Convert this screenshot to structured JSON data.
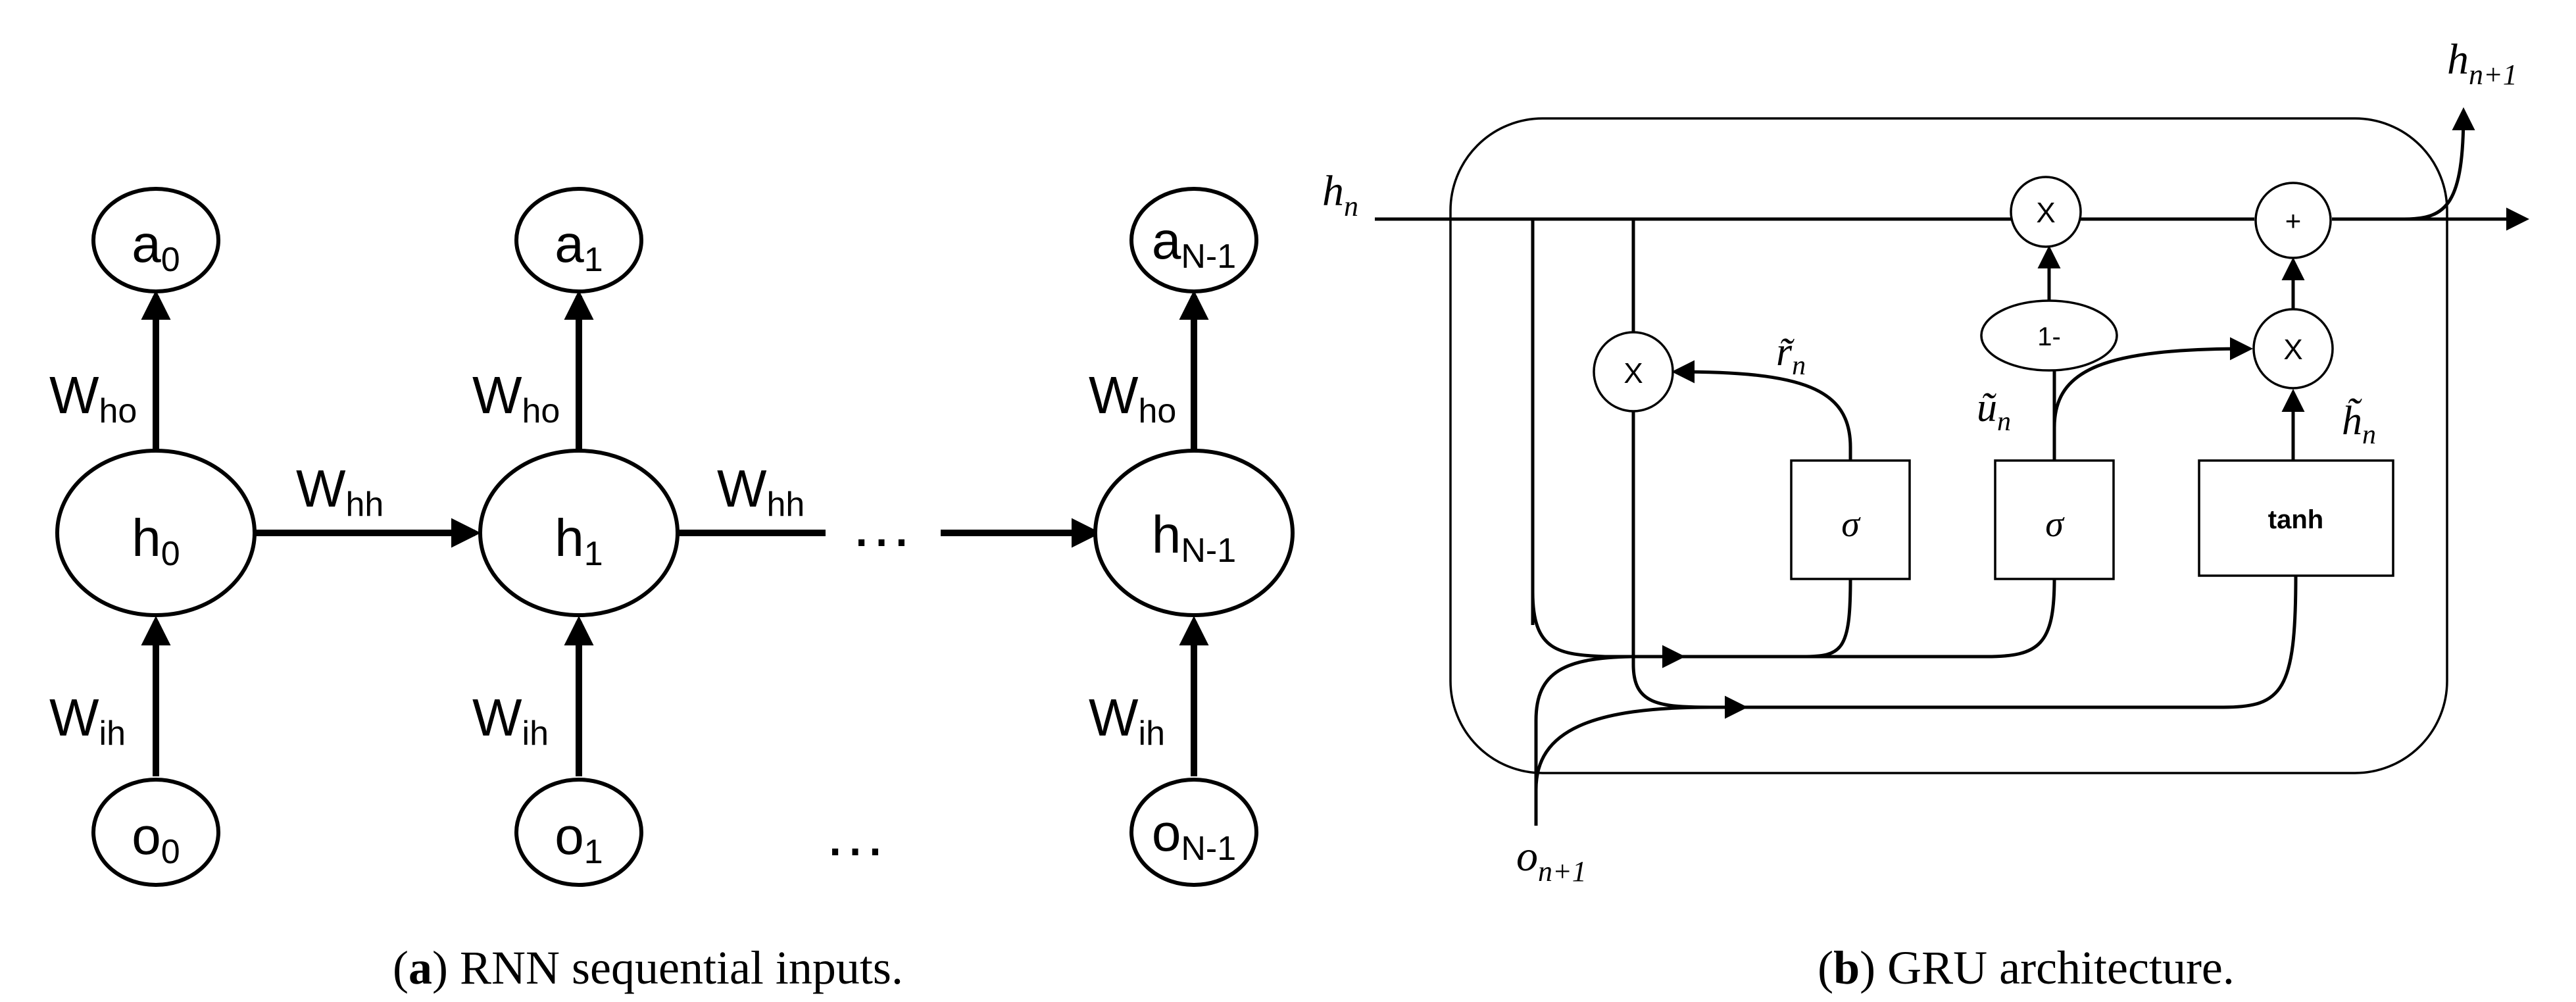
{
  "panel_a": {
    "caption_letter": "a",
    "caption_rest": ") RNN sequential inputs.",
    "caption_paren": "(",
    "cells": [
      {
        "h_base": "h",
        "h_sub": "0",
        "a_base": "a",
        "a_sub": "0",
        "o_base": "o",
        "o_sub": "0",
        "who_base": "W",
        "who_sub": "ho",
        "wih_base": "W",
        "wih_sub": "ih"
      },
      {
        "h_base": "h",
        "h_sub": "1",
        "a_base": "a",
        "a_sub": "1",
        "o_base": "o",
        "o_sub": "1",
        "who_base": "W",
        "who_sub": "ho",
        "wih_base": "W",
        "wih_sub": "ih"
      },
      {
        "h_base": "h",
        "h_sub": "N-1",
        "a_base": "a",
        "a_sub": "N-1",
        "o_base": "o",
        "o_sub": "N-1",
        "who_base": "W",
        "who_sub": "ho",
        "wih_base": "W",
        "wih_sub": "ih"
      }
    ],
    "whh_1": {
      "base": "W",
      "sub": "hh"
    },
    "whh_2": {
      "base": "W",
      "sub": "hh"
    },
    "ellipsis_mid": "…",
    "ellipsis_bottom": "…"
  },
  "panel_b": {
    "caption_paren": "(",
    "caption_letter": "b",
    "caption_rest": ") GRU architecture.",
    "hn": {
      "base": "h",
      "sub": "n"
    },
    "hn1": {
      "base": "h",
      "sub": "n+1"
    },
    "on1": {
      "base": "o",
      "sub": "n+1"
    },
    "rn": {
      "base": "r̃",
      "sub": "n"
    },
    "un": {
      "base": "ũ",
      "sub": "n"
    },
    "htn": {
      "base": "h̃",
      "sub": "n"
    },
    "mult_top": "X",
    "plus_top": "+",
    "mult_left": "X",
    "mult_right": "X",
    "one_minus": "1-",
    "sigma_1": "σ",
    "sigma_2": "σ",
    "tanh": "tanh"
  }
}
